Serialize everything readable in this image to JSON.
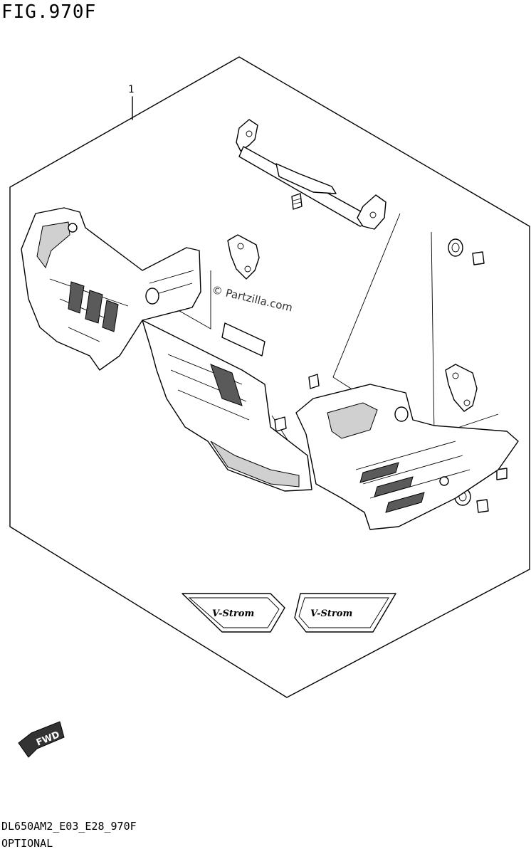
{
  "figure": {
    "title": "FIG.970F"
  },
  "callouts": [
    {
      "label": "1"
    }
  ],
  "watermark": "© Partzilla.com",
  "emblems": {
    "left_text": "V-Strom",
    "right_text": "V-Strom"
  },
  "direction_arrow": {
    "label": "FWD"
  },
  "footer": {
    "code": "DL650AM2_E03_E28_970F",
    "note": "OPTIONAL"
  }
}
